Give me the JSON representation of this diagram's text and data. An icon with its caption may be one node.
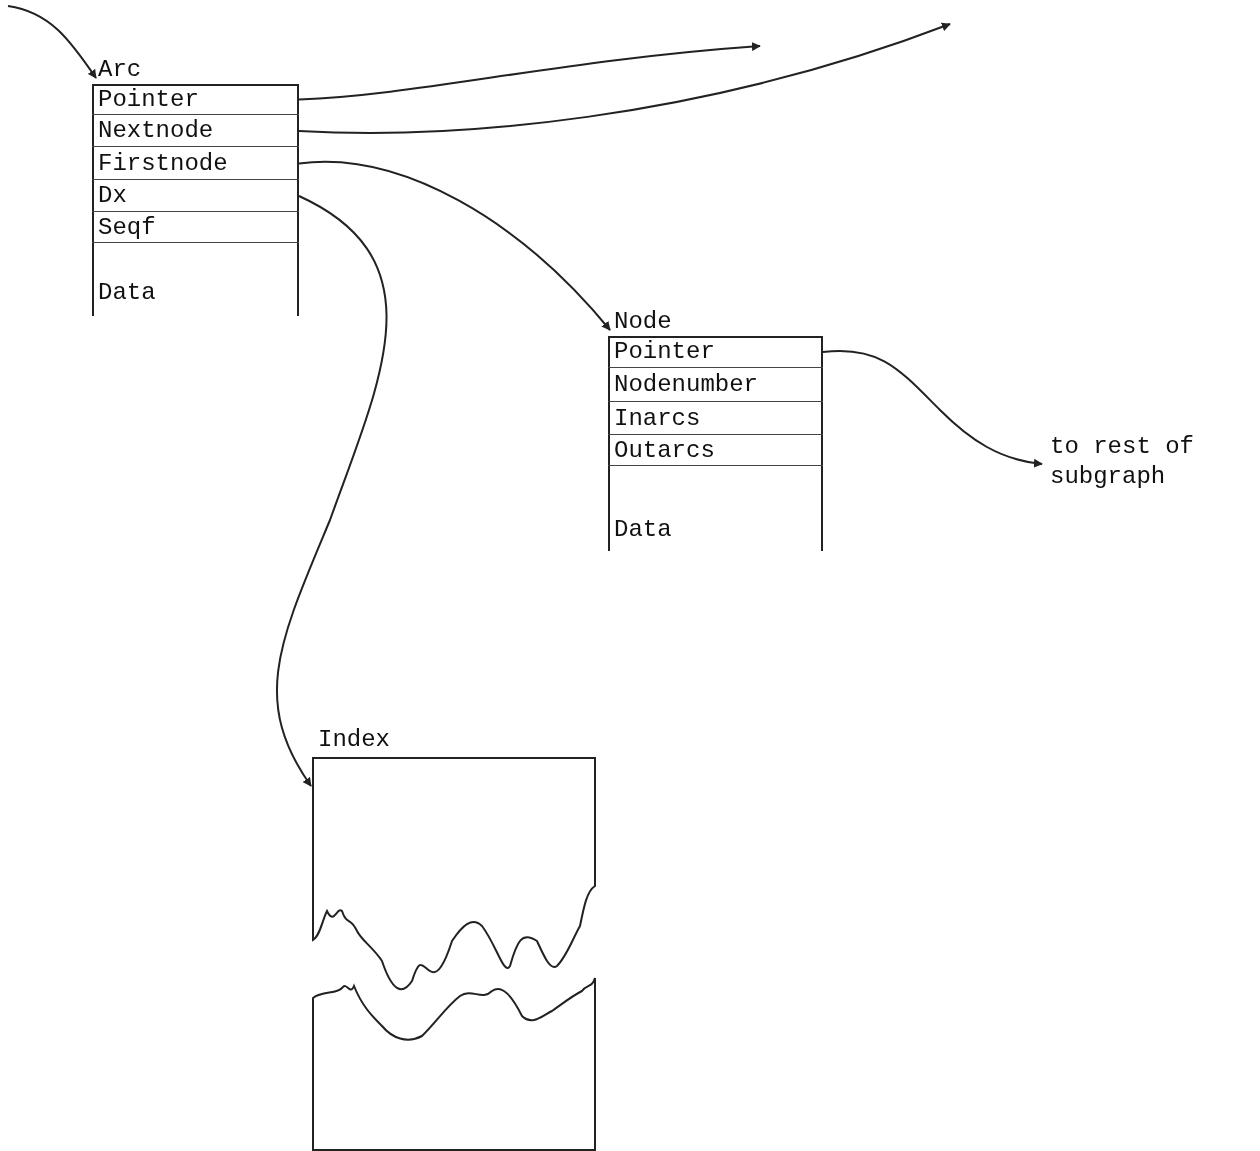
{
  "diagram": {
    "nodes": [
      {
        "text": [
          "Arc"
        ]
      },
      {
        "text": [
          "Pointer"
        ],
        "in": 0
      },
      {
        "text": [
          "Nextnode"
        ],
        "in": 0
      },
      {
        "text": [
          "Firstnode"
        ],
        "in": 0
      },
      {
        "text": [
          "Dx"
        ],
        "in": 0
      },
      {
        "text": [
          "Seqf"
        ],
        "in": 0
      },
      {
        "text": [
          "Data"
        ],
        "in": 0
      },
      {
        "text": [
          "Node"
        ]
      },
      {
        "text": [
          "Pointer"
        ],
        "in": 7
      },
      {
        "text": [
          "Nodenumber"
        ],
        "in": 7
      },
      {
        "text": [
          "Inarcs"
        ],
        "in": 7
      },
      {
        "text": [
          "Outarcs"
        ],
        "in": 7
      },
      {
        "text": [
          "Data"
        ],
        "in": 7
      },
      {
        "text": [
          "Index"
        ]
      },
      {
        "text": [
          "to rest of subgraph"
        ]
      }
    ],
    "edges": [
      {
        "from": null,
        "to": 0,
        "arrow": "to"
      },
      {
        "from": 1,
        "to": null,
        "arrow": "to"
      },
      {
        "from": 2,
        "to": null,
        "arrow": "to"
      },
      {
        "from": 3,
        "to": 7,
        "arrow": "to"
      },
      {
        "from": 4,
        "to": 13,
        "arrow": "to"
      },
      {
        "from": 8,
        "to": 14,
        "arrow": "to"
      }
    ]
  }
}
